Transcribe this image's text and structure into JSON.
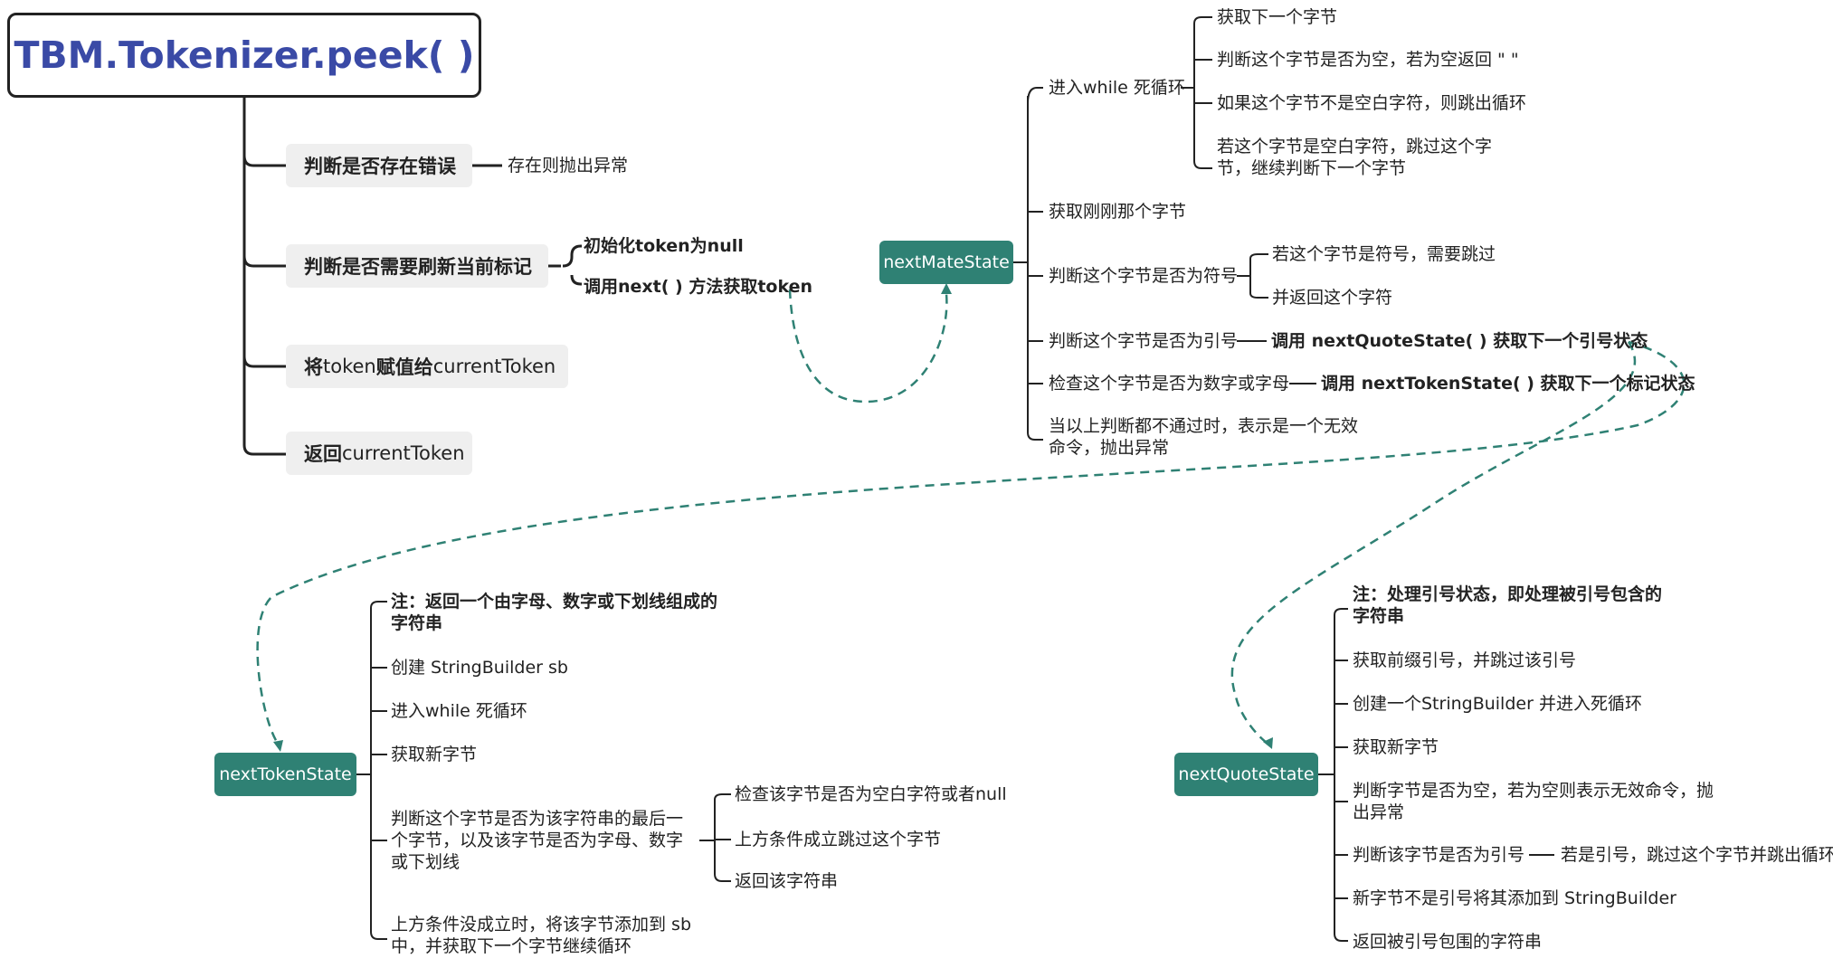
{
  "root": {
    "title": "TBM.Tokenizer.peek( )"
  },
  "peek": {
    "items": [
      {
        "pre": "判断是否存在错误",
        "post": ""
      },
      {
        "pre": "判断是否需要刷新当前标记",
        "post": ""
      },
      {
        "pre": "将",
        "mid": "token ",
        "pre2": "赋值给 ",
        "post": "currentToken"
      },
      {
        "pre": "返回",
        "post": "currentToken"
      }
    ],
    "item0_child": "存在则抛出异常",
    "item1_children": [
      "初始化token为null",
      "调用next( ) 方法获取token"
    ]
  },
  "mate": {
    "name": "nextMateState",
    "items": [
      "进入while 死循环",
      "获取刚刚那个字节",
      "判断这个字节是否为符号",
      "判断这个字节是否为引号",
      "检查这个字节是否为数字或字母",
      "当以上判断都不通过时，表示是一个无效命令，抛出异常"
    ],
    "while_children": [
      "获取下一个字节",
      "判断这个字节是否为空，若为空返回 \" \"",
      "如果这个字节不是空白字符，则跳出循环",
      "若这个字节是空白字符，跳过这个字节，继续判断下一个字节"
    ],
    "symbol_children": [
      "若这个字节是符号，需要跳过",
      "并返回这个字符"
    ],
    "quote_child": "调用 nextQuoteState( ) 获取下一个引号状态",
    "token_child": "调用 nextTokenState( ) 获取下一个标记状态"
  },
  "token": {
    "name": "nextTokenState",
    "items": [
      "注：返回一个由字母、数字或下划线组成的字符串",
      "创建 StringBuilder sb",
      "进入while 死循环",
      "获取新字节",
      "判断这个字节是否为该字符串的最后一个字节，以及该字节是否为字母、数字或下划线",
      "上方条件没成立时，将该字节添加到 sb 中，并获取下一个字节继续循环"
    ],
    "check_children": [
      "检查该字节是否为空白字符或者null",
      "上方条件成立跳过这个字节",
      "返回该字符串"
    ]
  },
  "quote": {
    "name": "nextQuoteState",
    "items": [
      "注：处理引号状态，即处理被引号包含的字符串",
      "获取前缀引号，并跳过该引号",
      "创建一个StringBuilder 并进入死循环",
      "获取新字节",
      "判断字节是否为空，若为空则表示无效命令，抛出异常",
      "判断该字节是否为引号",
      "新字节不是引号将其添加到 StringBuilder",
      "返回被引号包围的字符串"
    ],
    "quote_child": "若是引号，跳过这个字节并跳出循环"
  },
  "colors": {
    "accent": "#2f8174",
    "title": "#3a4aa6",
    "pill": "#efefef"
  }
}
